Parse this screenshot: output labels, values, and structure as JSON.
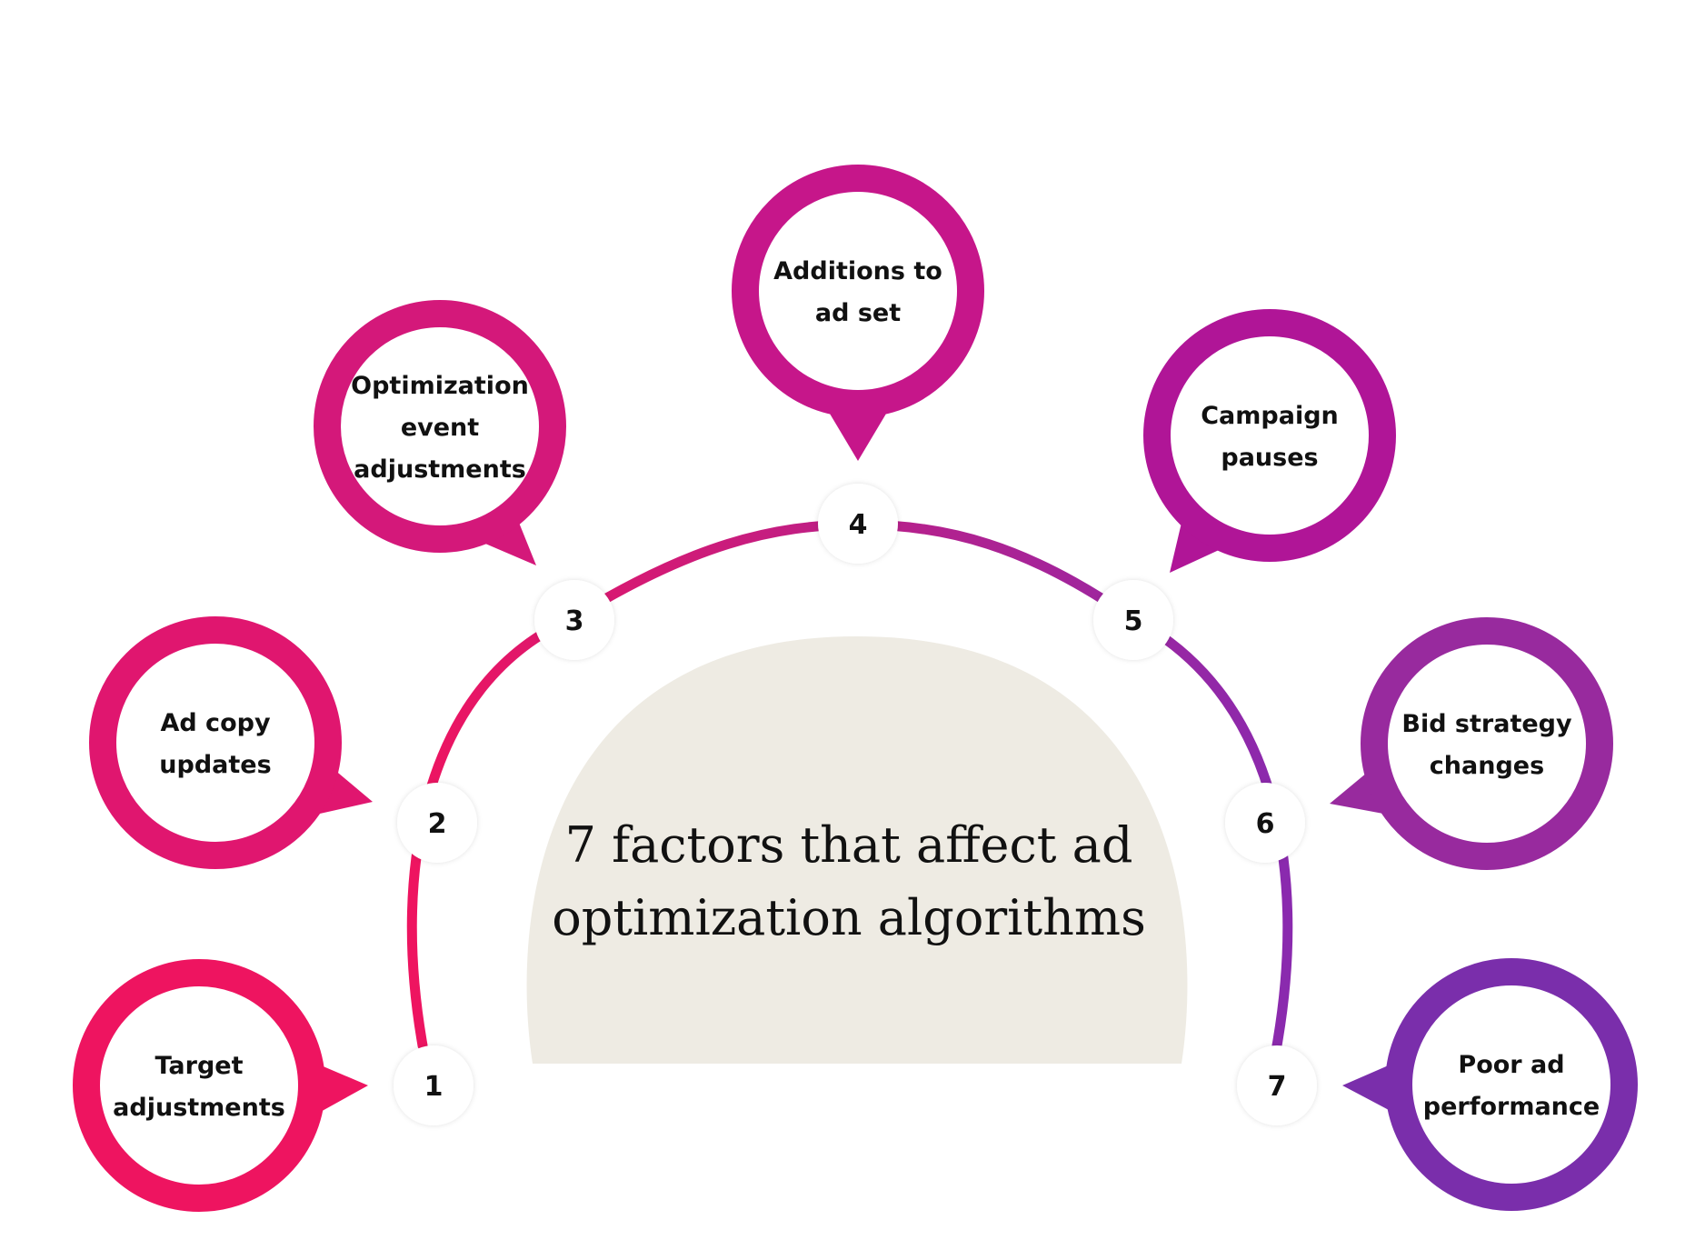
{
  "title": {
    "line1": "7 factors that affect ad",
    "line2": "optimization algorithms"
  },
  "colors": {
    "background": "#ffffff",
    "center_fill": "#eeebe3",
    "arc_gradient_start": "#ee1460",
    "arc_gradient_end": "#8a2aae",
    "text": "#111111"
  },
  "factors": [
    {
      "number": "1",
      "lines": [
        "Target",
        "adjustments"
      ],
      "color": "#ee1460"
    },
    {
      "number": "2",
      "lines": [
        "Ad copy",
        "updates"
      ],
      "color": "#e0166f"
    },
    {
      "number": "3",
      "lines": [
        "Optimization",
        "event",
        "adjustments"
      ],
      "color": "#d4187a"
    },
    {
      "number": "4",
      "lines": [
        "Additions to",
        "ad set"
      ],
      "color": "#c6168a"
    },
    {
      "number": "5",
      "lines": [
        "Campaign",
        "pauses"
      ],
      "color": "#b01597"
    },
    {
      "number": "6",
      "lines": [
        "Bid strategy",
        "changes"
      ],
      "color": "#982a9e"
    },
    {
      "number": "7",
      "lines": [
        "Poor ad",
        "performance"
      ],
      "color": "#7a2eab"
    }
  ]
}
